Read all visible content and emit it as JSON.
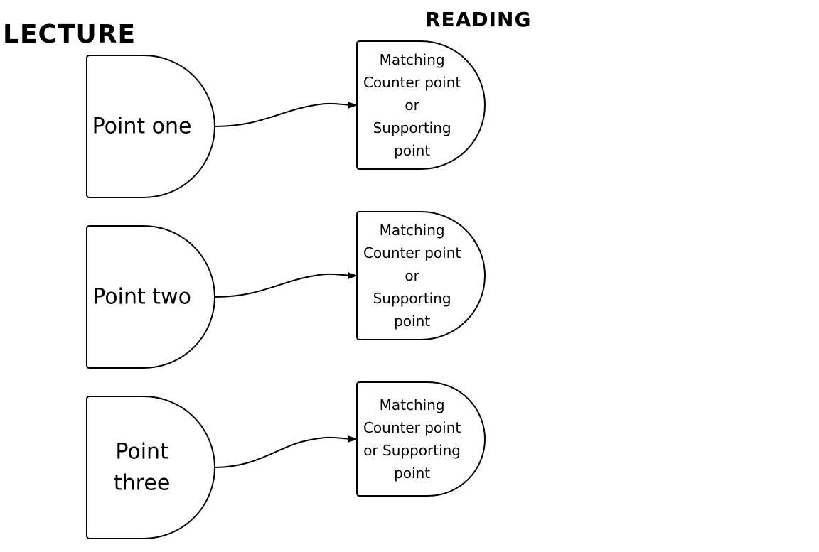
{
  "headings": {
    "lecture": "LECTURE",
    "reading": "READING"
  },
  "lecture_points": [
    {
      "lines": [
        "Point one"
      ]
    },
    {
      "lines": [
        "Point two"
      ]
    },
    {
      "lines": [
        "Point",
        "three"
      ]
    }
  ],
  "reading_points": [
    {
      "lines": [
        "Matching",
        "Counter point",
        "or",
        "Supporting",
        "point"
      ]
    },
    {
      "lines": [
        "Matching",
        "Counter point",
        "or",
        "Supporting",
        "point"
      ]
    },
    {
      "lines": [
        "Matching",
        "Counter point",
        "or Supporting",
        "point"
      ]
    }
  ],
  "colors": {
    "stroke": "#000000",
    "background": "#ffffff"
  }
}
